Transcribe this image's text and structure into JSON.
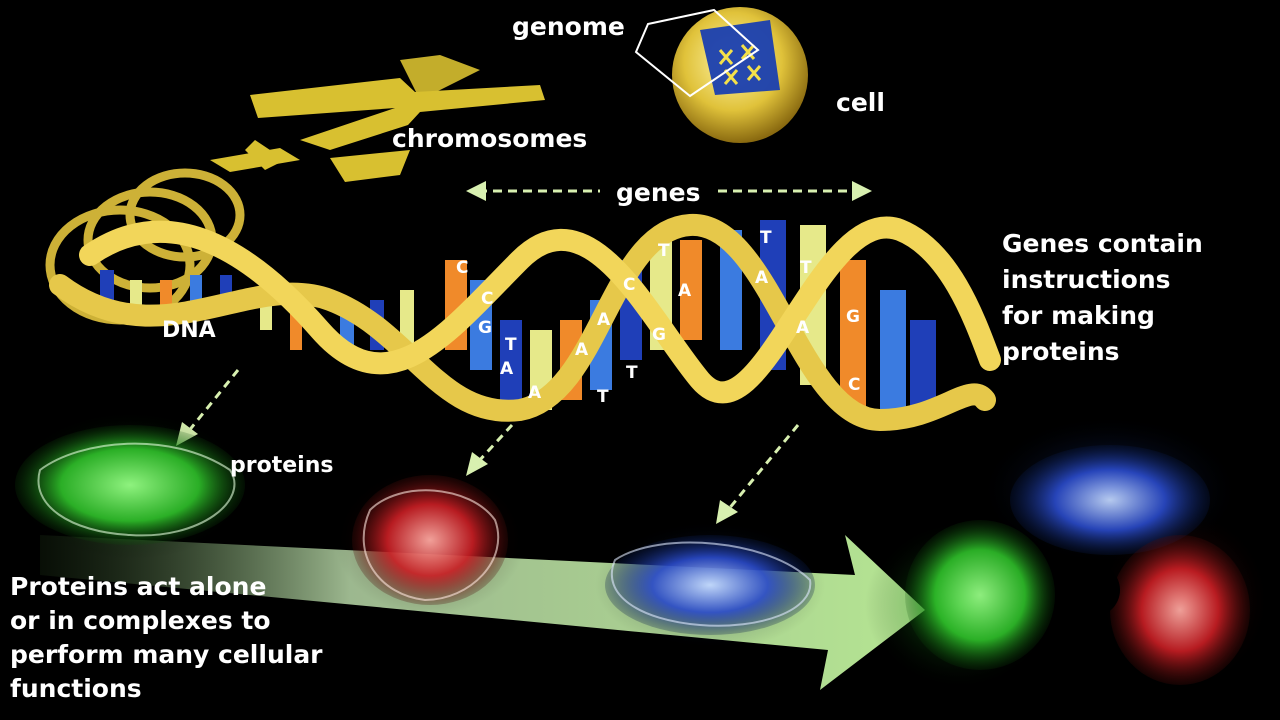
{
  "labels": {
    "genome": "genome",
    "cell": "cell",
    "chromosomes": "chromosomes",
    "genes": "genes",
    "dna": "DNA",
    "proteins": "proteins"
  },
  "captions": {
    "genes_lines": [
      "Genes contain",
      "instructions",
      "for making",
      "proteins"
    ],
    "proteins_lines": [
      "Proteins act alone",
      "or in complexes to",
      "perform many cellular",
      "functions"
    ]
  },
  "base_letters": [
    "C",
    "C",
    "G",
    "T",
    "A",
    "A",
    "A",
    "A",
    "T",
    "C",
    "T",
    "G",
    "T",
    "A",
    "T",
    "A",
    "T",
    "A",
    "G",
    "C"
  ],
  "colors": {
    "background": "#000000",
    "gold": "#e8c84a",
    "base_blue": "#1f3fb8",
    "base_yellow": "#e6e98a",
    "base_orange": "#f08a2a",
    "base_light_blue": "#3b7be0",
    "arrow": "#d8f0b0",
    "protein_green": "#3fd23a",
    "protein_red": "#d8242a",
    "protein_blue": "#2746c8"
  }
}
